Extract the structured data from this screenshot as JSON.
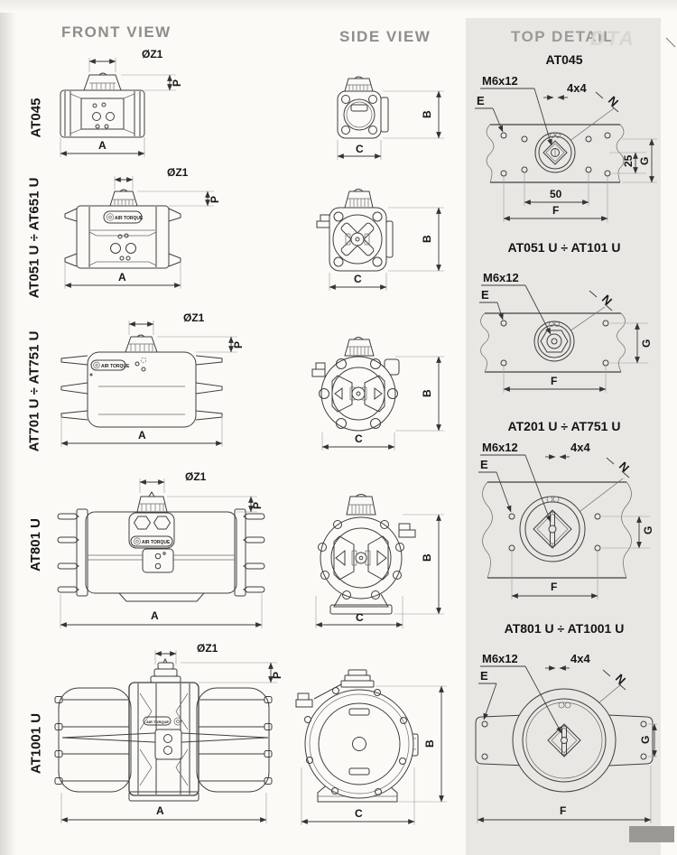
{
  "page": {
    "headers": {
      "front_view": "FRONT VIEW",
      "side_view": "SIDE VIEW",
      "top_detail": "TOP DETAIL"
    },
    "watermark": "DTA"
  },
  "brand": {
    "logo_text": "AIR TORQUE"
  },
  "rows": [
    {
      "model": "AT045"
    },
    {
      "model": "AT051 U ÷ AT651 U"
    },
    {
      "model": "AT701 U ÷ AT751 U"
    },
    {
      "model": "AT801 U"
    },
    {
      "model": "AT1001 U"
    }
  ],
  "dims": {
    "z1": "ØZ1",
    "p": "P",
    "a": "A",
    "b": "B",
    "c": "C",
    "e": "E",
    "f": "F",
    "g": "G",
    "n": "N",
    "m6x12": "M6x12",
    "square": "4x4",
    "d25": "25",
    "d50": "50"
  },
  "top_details": [
    {
      "title": "AT045"
    },
    {
      "title": "AT051 U ÷ AT101 U"
    },
    {
      "title": "AT201 U ÷ AT751 U"
    },
    {
      "title": "AT801 U ÷ AT1001 U"
    }
  ]
}
